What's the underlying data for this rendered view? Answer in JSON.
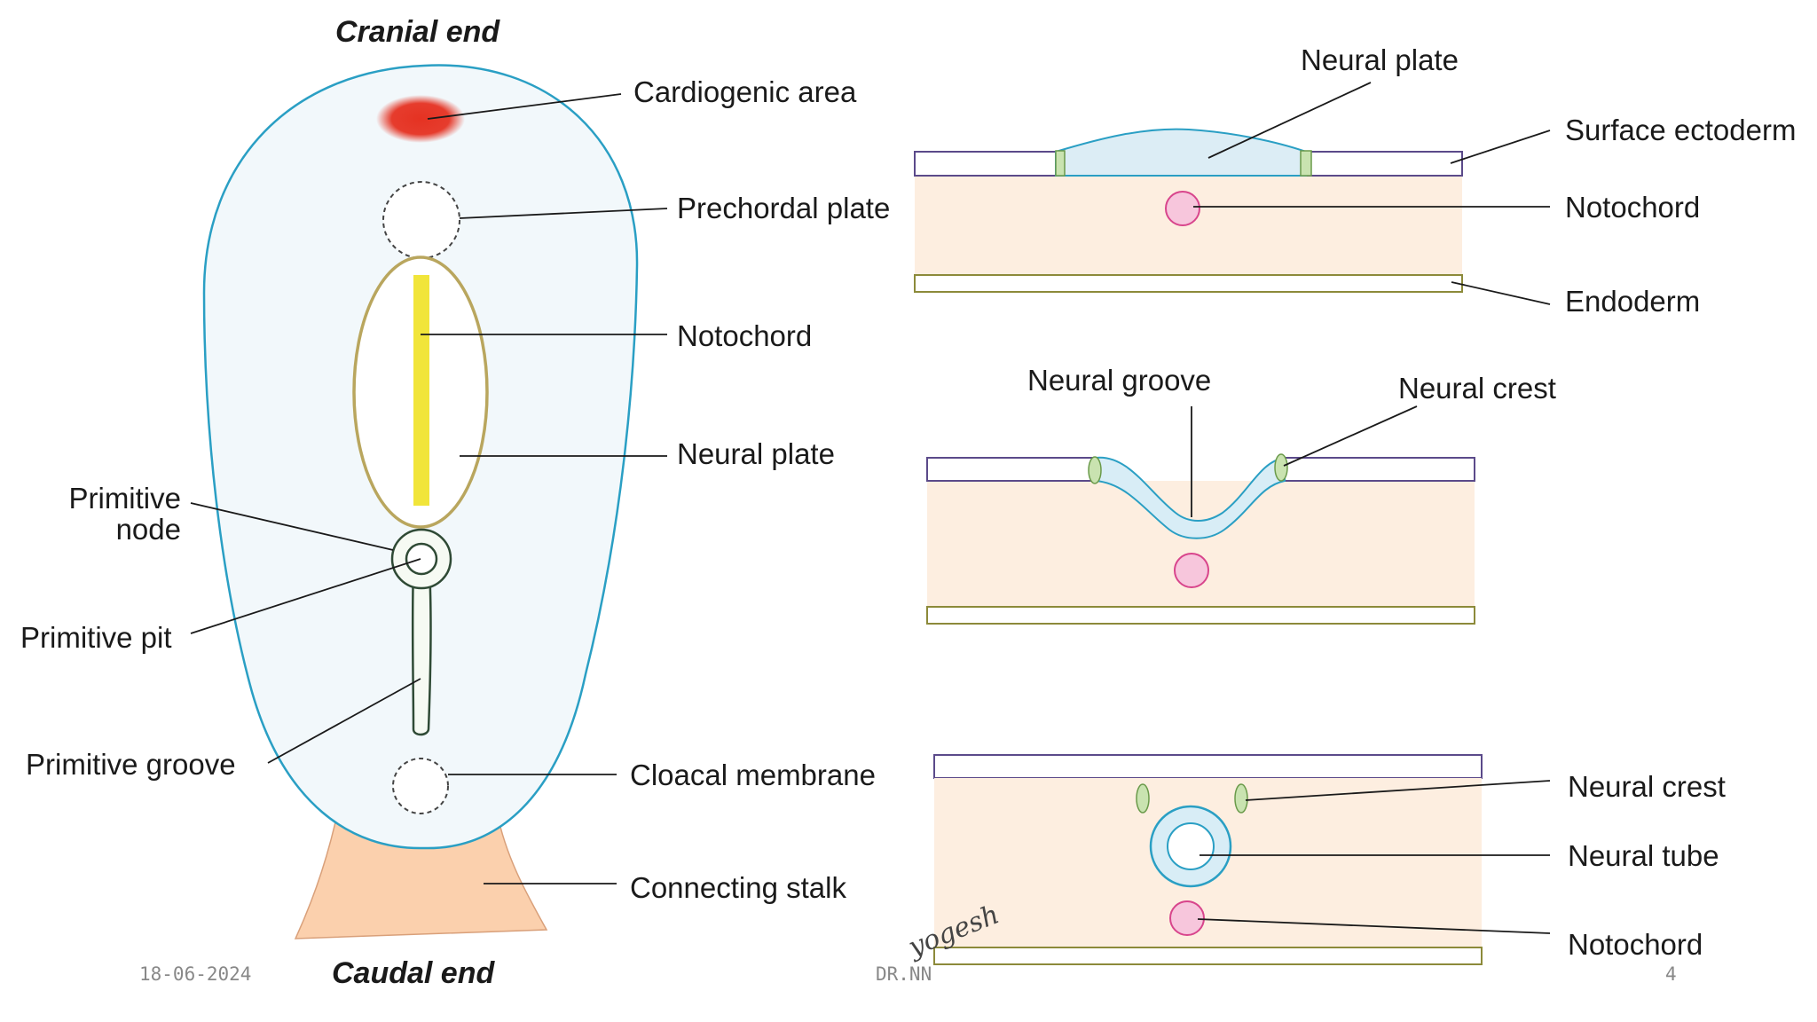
{
  "ends": {
    "cranial": "Cranial end",
    "caudal": "Caudal end"
  },
  "left_labels": {
    "cardiogenic_area": "Cardiogenic area",
    "prechordal_plate": "Prechordal plate",
    "notochord": "Notochord",
    "neural_plate": "Neural plate",
    "primitive_node_line1": "Primitive",
    "primitive_node_line2": "node",
    "primitive_pit": "Primitive pit",
    "primitive_groove": "Primitive groove",
    "cloacal_membrane": "Cloacal membrane",
    "connecting_stalk": "Connecting stalk"
  },
  "section1": {
    "neural_plate": "Neural plate",
    "surface_ectoderm": "Surface ectoderm",
    "notochord": "Notochord",
    "endoderm": "Endoderm"
  },
  "section2": {
    "neural_groove": "Neural groove",
    "neural_crest": "Neural crest"
  },
  "section3": {
    "neural_crest": "Neural crest",
    "neural_tube": "Neural tube",
    "notochord": "Notochord"
  },
  "signature": "yogesh",
  "footer": {
    "date": "18-06-2024",
    "author": "DR.NN",
    "page": "4"
  },
  "colors": {
    "disc_fill": "#f2f8fb",
    "disc_stroke": "#2a9fc4",
    "mesoderm": "#fdeee0",
    "ectoderm_stroke": "#5b4a8a",
    "endoderm_stroke": "#8c8a3a",
    "notochord_fill": "#f7c6dc",
    "notochord_stroke": "#d8458c",
    "neural_fill": "#d8edf6",
    "crest_fill": "#c9e3b0",
    "crest_stroke": "#6a9a4a",
    "cardiogenic": "#e53222",
    "yellow": "#f1e53a",
    "stalk": "#fbd0ad"
  }
}
